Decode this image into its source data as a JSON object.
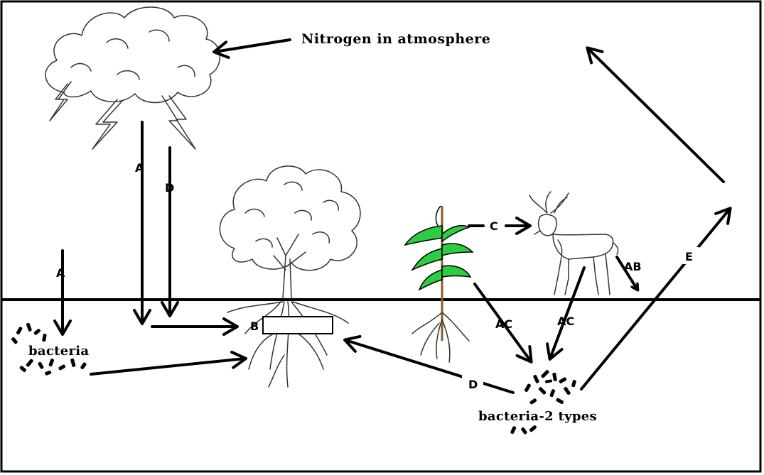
{
  "title": "Nitrogen in atmosphere",
  "soil_bacteria_label": "bacteria",
  "decomposer_label": "bacteria-2 types",
  "root_box_letter": "B",
  "arrows": {
    "lightning_a": "A",
    "lightning_d": "D",
    "soil_a": "A",
    "plant_to_deer": "C",
    "deer_down": "AB",
    "plant_to_bacteria": "AC",
    "deer_to_bacteria": "AC",
    "bacteria_to_roots": "D",
    "bacteria_to_air": "E"
  },
  "colors": {
    "leaf_green": "#2ecc40",
    "stem_brown": "#b5651d"
  }
}
